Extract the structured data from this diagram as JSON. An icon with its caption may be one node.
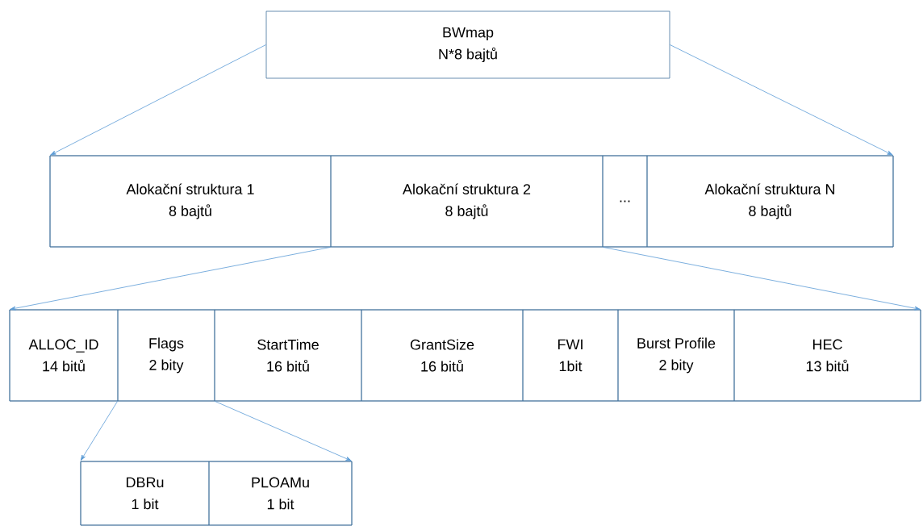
{
  "diagram": {
    "nodes": [
      {
        "text": [
          "BWmap",
          "N*8 bajtů"
        ]
      },
      {
        "text": [],
        "shape": "box"
      },
      {
        "text": [
          "Alokační struktura 1",
          "8 bajtů"
        ],
        "in": 1
      },
      {
        "text": [
          "Alokační struktura 2",
          "8 bajtů"
        ],
        "in": 1
      },
      {
        "text": [
          "..."
        ],
        "in": 1
      },
      {
        "text": [
          "Alokační struktura N",
          "8 bajtů"
        ],
        "in": 1
      },
      {
        "text": [],
        "shape": "box"
      },
      {
        "text": [
          "ALLOC_ID",
          "14 bitů"
        ],
        "in": 6
      },
      {
        "text": [
          "Flags",
          "2 bity"
        ],
        "in": 6
      },
      {
        "text": [
          "StartTime",
          "16 bitů"
        ],
        "in": 6
      },
      {
        "text": [
          "GrantSize",
          "16 bitů"
        ],
        "in": 6
      },
      {
        "text": [
          "FWI",
          "1bit"
        ],
        "in": 6
      },
      {
        "text": [
          "Burst Profile",
          "2 bity"
        ],
        "in": 6
      },
      {
        "text": [
          "HEC",
          "13 bitů"
        ],
        "in": 6
      },
      {
        "text": [],
        "shape": "box"
      },
      {
        "text": [
          "DBRu",
          "1 bit"
        ],
        "in": 14
      },
      {
        "text": [
          "PLOAMu",
          "1 bit"
        ],
        "in": 14
      }
    ],
    "edges": [
      {
        "from": 0,
        "to": 1,
        "arrow": "to"
      },
      {
        "from": 0,
        "to": 1,
        "arrow": "to"
      },
      {
        "from": 3,
        "to": 6,
        "arrow": "to"
      },
      {
        "from": 3,
        "to": 6,
        "arrow": "to"
      },
      {
        "from": 8,
        "to": 14,
        "arrow": "to"
      },
      {
        "from": 8,
        "to": 14,
        "arrow": "to"
      }
    ]
  }
}
